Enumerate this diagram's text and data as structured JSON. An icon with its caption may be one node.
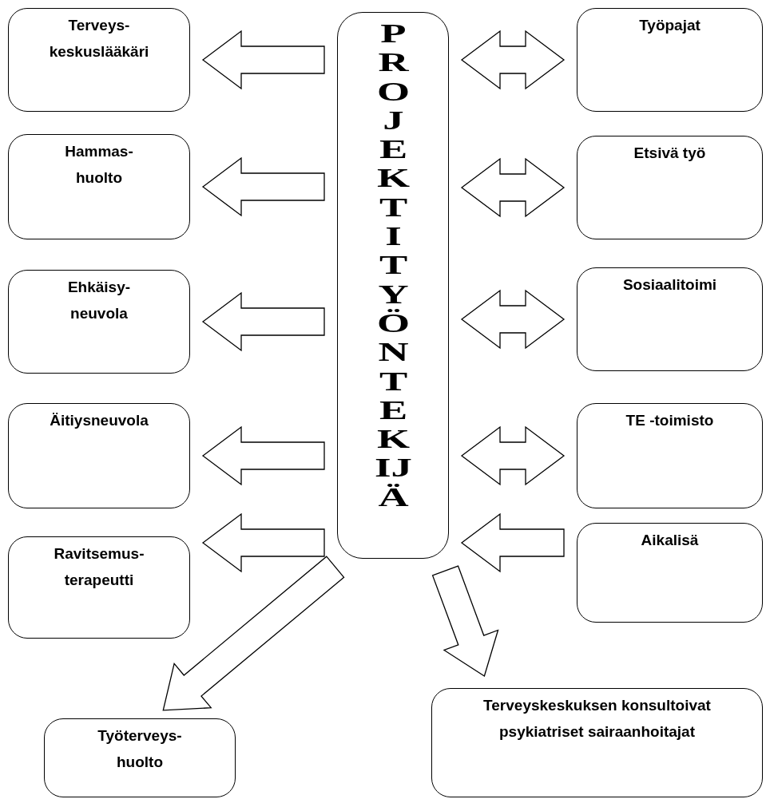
{
  "diagram": {
    "nodes": [
      {
        "text": [
          "PROJEKTITYÖNTEKIJÄ"
        ]
      },
      {
        "text": [
          "Terveys- keskuslääkäri"
        ]
      },
      {
        "text": [
          "Hammas- huolto"
        ]
      },
      {
        "text": [
          "Ehkäisy- neuvola"
        ]
      },
      {
        "text": [
          "Äitiysneuvola"
        ]
      },
      {
        "text": [
          "Ravitsemus- terapeutti"
        ]
      },
      {
        "text": [
          "Työpajat"
        ]
      },
      {
        "text": [
          "Etsivä työ"
        ]
      },
      {
        "text": [
          "Sosiaalitoimi"
        ]
      },
      {
        "text": [
          "TE -toimisto"
        ]
      },
      {
        "text": [
          "Aikalisä"
        ]
      },
      {
        "text": [
          "Työterveys- huolto"
        ]
      },
      {
        "text": [
          "Terveyskeskuksen konsultoivat psykiatriset sairaanhoitajat"
        ]
      }
    ],
    "edges": [
      {
        "from": 0,
        "to": 1,
        "arrow": "to"
      },
      {
        "from": 0,
        "to": 2,
        "arrow": "to"
      },
      {
        "from": 0,
        "to": 3,
        "arrow": "to"
      },
      {
        "from": 0,
        "to": 4,
        "arrow": "to"
      },
      {
        "from": 0,
        "to": 5,
        "arrow": "to"
      },
      {
        "from": 0,
        "to": 6,
        "arrow": "both"
      },
      {
        "from": 0,
        "to": 7,
        "arrow": "both"
      },
      {
        "from": 0,
        "to": 8,
        "arrow": "both"
      },
      {
        "from": 0,
        "to": 9,
        "arrow": "both"
      },
      {
        "from": 10,
        "to": 0,
        "arrow": "to"
      },
      {
        "from": 0,
        "to": 11,
        "arrow": "to"
      },
      {
        "from": 0,
        "to": 12,
        "arrow": "to"
      }
    ]
  }
}
